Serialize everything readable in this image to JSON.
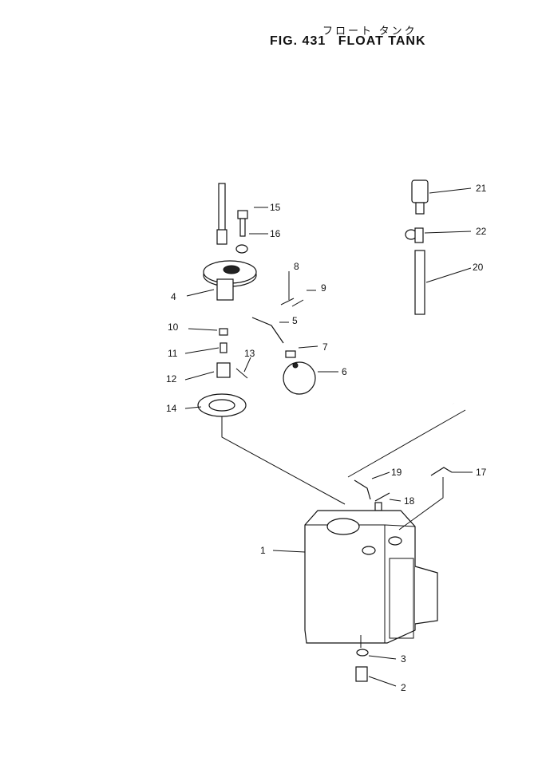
{
  "title": {
    "kana": "フロート タンク",
    "fig_no": "FIG. 431",
    "name": "FLOAT TANK"
  },
  "callouts": {
    "c1": "1",
    "c2": "2",
    "c3": "3",
    "c4": "4",
    "c5": "5",
    "c6": "6",
    "c7": "7",
    "c8": "8",
    "c9": "9",
    "c10": "10",
    "c11": "11",
    "c12": "12",
    "c13": "13",
    "c14": "14",
    "c15": "15",
    "c16": "16",
    "c17": "17",
    "c18": "18",
    "c19": "19",
    "c20": "20",
    "c21": "21",
    "c22": "22"
  }
}
